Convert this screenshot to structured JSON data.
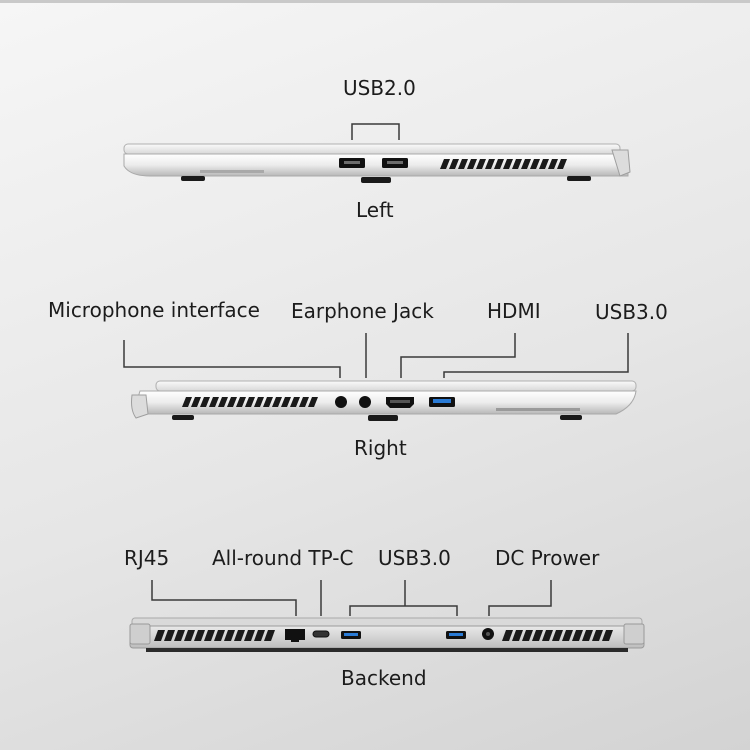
{
  "views": {
    "left": {
      "caption": "Left",
      "ports": {
        "usb2": "USB2.0"
      }
    },
    "right": {
      "caption": "Right",
      "ports": {
        "microphone": "Microphone interface",
        "earphone": "Earphone Jack",
        "hdmi": "HDMI",
        "usb3": "USB3.0"
      }
    },
    "back": {
      "caption": "Backend",
      "ports": {
        "rj45": "RJ45",
        "typec": "All-round TP-C",
        "usb3": "USB3.0",
        "dc": "DC Prower"
      }
    }
  },
  "colors": {
    "label_text": "#1c1c1c",
    "leader_line": "#3a3a3a",
    "chassis_light": "#f4f4f4",
    "chassis_shadow": "#9a9a9a",
    "port_black": "#111111",
    "usb3_blue": "#2a7bd6"
  }
}
